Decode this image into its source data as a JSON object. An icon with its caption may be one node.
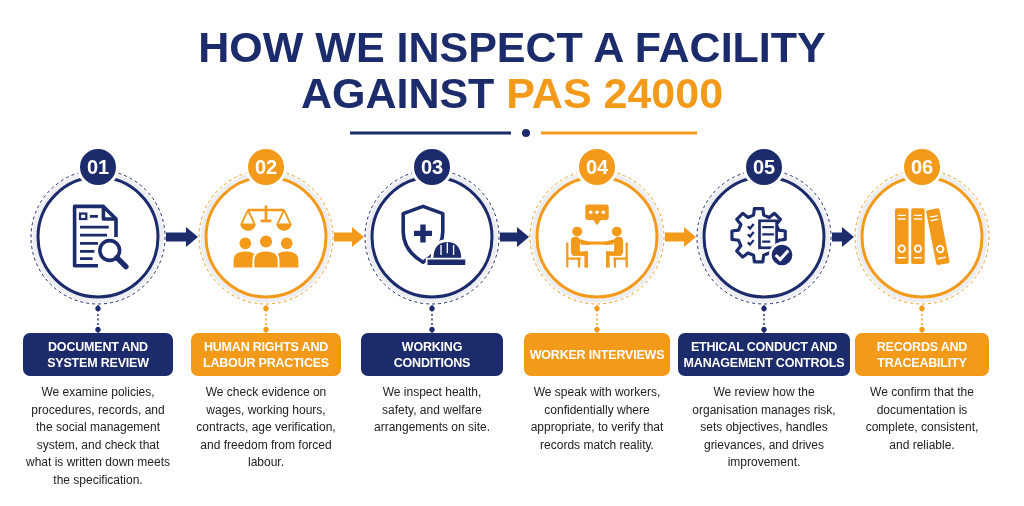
{
  "diagram": {
    "title": "HOW WE INSPECT A FACILITY AGAINST **PAS 24000**",
    "nodes": [
      {
        "text": [
          "01"
        ]
      },
      {
        "text": [
          "02"
        ]
      },
      {
        "text": [
          "03"
        ]
      },
      {
        "text": [
          "04"
        ]
      },
      {
        "text": [
          "05"
        ]
      },
      {
        "text": [
          "06"
        ]
      },
      {
        "text": [
          "DOCUMENT AND SYSTEM REVIEW"
        ],
        "beside": [
          "We examine policies, procedures, records, and the social management system, and check that what is written down meets the specification."
        ]
      },
      {
        "text": [
          "HUMAN RIGHTS AND LABOUR PRACTICES"
        ],
        "beside": [
          "We check evidence on wages, working hours, contracts, age verification, and freedom from forced labour."
        ]
      },
      {
        "text": [
          "WORKING CONDITIONS"
        ],
        "beside": [
          "We inspect health, safety, and welfare arrangements on site."
        ]
      },
      {
        "text": [
          "WORKER INTERVIEWS"
        ],
        "beside": [
          "We speak with workers, confidentially where appropriate, to verify that records match reality."
        ]
      },
      {
        "text": [
          "ETHICAL CONDUCT AND MANAGEMENT CONTROLS"
        ],
        "beside": [
          "We review how the organisation manages risk, sets objectives, handles grievances, and drives improvement."
        ]
      },
      {
        "text": [
          "RECORDS AND TRACEABILITY"
        ],
        "beside": [
          "We confirm that the documentation is complete, consistent, and reliable."
        ]
      }
    ],
    "edges": [
      {
        "from": 0,
        "to": 1,
        "arrow": "to",
        "style": "thick"
      },
      {
        "from": 1,
        "to": 2,
        "arrow": "to",
        "style": "thick",
        "color": "#f39a1b"
      },
      {
        "from": 2,
        "to": 3,
        "arrow": "to",
        "style": "thick"
      },
      {
        "from": 3,
        "to": 4,
        "arrow": "to",
        "style": "thick",
        "color": "#f39a1b"
      },
      {
        "from": 4,
        "to": 5,
        "arrow": "to",
        "style": "thick"
      },
      {
        "from": 0,
        "to": 6,
        "arrow": "other",
        "style": "dashed"
      },
      {
        "from": 1,
        "to": 7,
        "arrow": "other",
        "style": "dashed",
        "color": "#f39a1b"
      },
      {
        "from": 2,
        "to": 8,
        "arrow": "other",
        "style": "dashed"
      },
      {
        "from": 3,
        "to": 9,
        "arrow": "other",
        "style": "dashed",
        "color": "#f39a1b"
      },
      {
        "from": 4,
        "to": 10,
        "arrow": "other",
        "style": "dashed"
      },
      {
        "from": 5,
        "to": 11,
        "arrow": "other",
        "style": "dashed",
        "color": "#f39a1b"
      }
    ]
  }
}
